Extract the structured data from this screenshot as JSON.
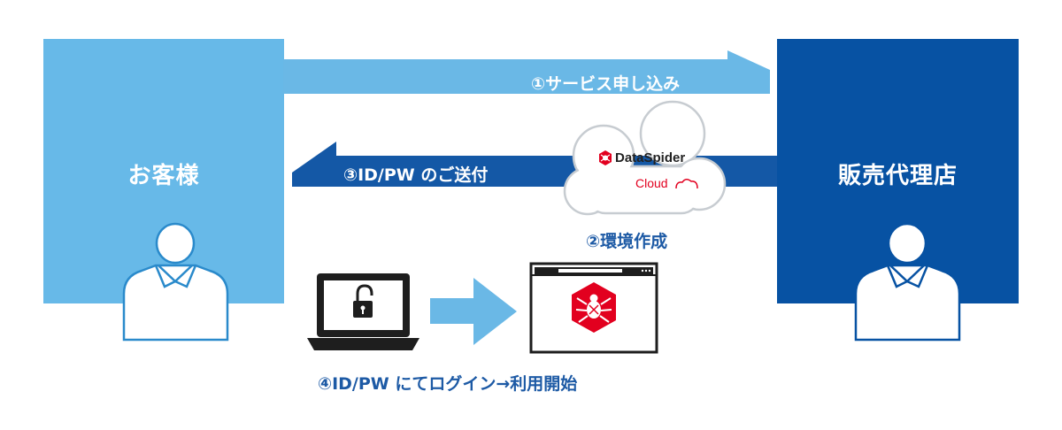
{
  "nodes": {
    "customer": {
      "label": "お客様"
    },
    "reseller": {
      "label": "販売代理店"
    }
  },
  "steps": {
    "step1": "①サービス申し込み",
    "step2": "②環境作成",
    "step3": "③ID/PW のご送付",
    "step4": "④ID/PW にてログイン→利用開始"
  },
  "cloud": {
    "brand": "DataSpider",
    "product": "Cloud"
  },
  "icons": {
    "customer_person": "person-icon",
    "reseller_person": "person-icon",
    "laptop": "laptop-with-unlocked-padlock-icon",
    "browser": "browser-window-icon",
    "logo": "dataspider-spider-logo-icon",
    "cloud": "cloud-icon"
  },
  "colors": {
    "customer_box": "#67b9e8",
    "reseller_box": "#0752a3",
    "light_arrow": "#6ab8e6",
    "dark_arrow": "#1458a6",
    "step_text": "#1d5aa5",
    "brand_red": "#e2001f",
    "icon_dark": "#1e1e1e"
  }
}
